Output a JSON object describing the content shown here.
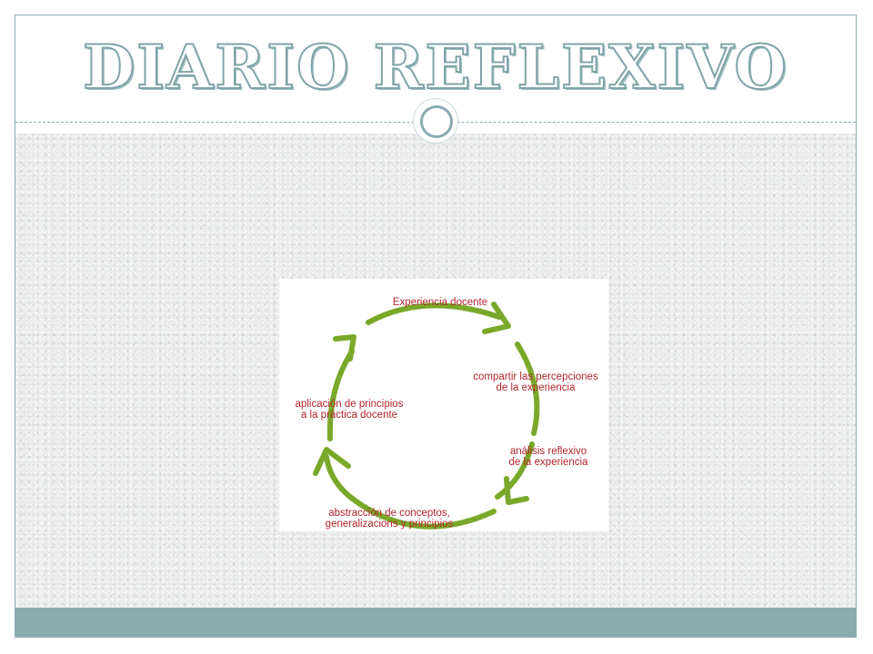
{
  "title": "DIARIO REFLEXIVO",
  "colors": {
    "accent": "#8aacb0",
    "arrow_green": "#7aa82a",
    "label_red": "#b1252b"
  },
  "diagram": {
    "steps": [
      {
        "line1": "Experiencia docente",
        "line2": ""
      },
      {
        "line1": "compartir las percepciones",
        "line2": "de la experiencia"
      },
      {
        "line1": "análisis reflexivo",
        "line2": "de la experiencia"
      },
      {
        "line1": "abstracción de conceptos,",
        "line2": "generalizacions y principios"
      },
      {
        "line1": "aplicación de principios",
        "line2": "a la práctica docente"
      }
    ]
  }
}
